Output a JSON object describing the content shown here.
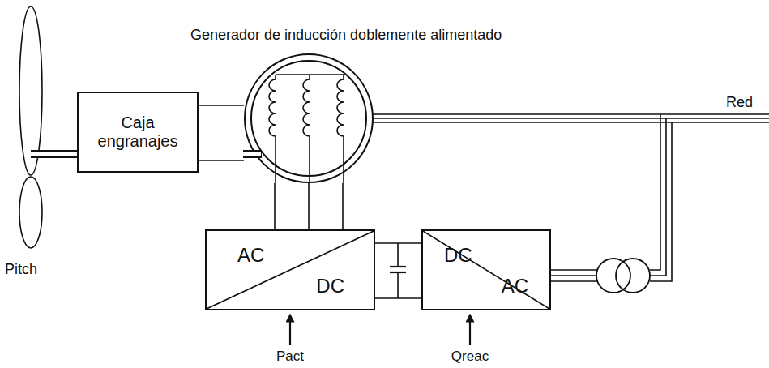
{
  "diagram": {
    "nodes": [
      {
        "text": [
          "Caja engranajes"
        ]
      },
      {
        "text": [
          "Generador de inducción doblemente alimentado"
        ]
      },
      {
        "text": [
          "AC",
          "DC"
        ]
      },
      {
        "text": [
          "DC",
          "AC"
        ]
      }
    ],
    "edges": [
      {
        "from": 0,
        "to": 1,
        "arrow": "none"
      },
      {
        "from": 1,
        "to": 2,
        "arrow": "none"
      },
      {
        "from": 2,
        "to": 3,
        "arrow": "none"
      }
    ],
    "labels": [
      "Red",
      "Pitch",
      "Pact",
      "Qreac"
    ]
  }
}
